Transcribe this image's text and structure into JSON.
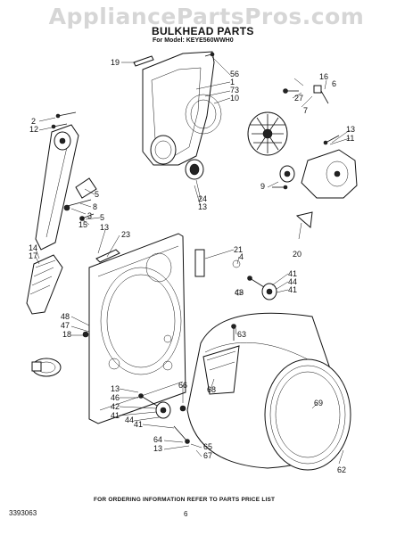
{
  "watermark": "AppliancePartsPros.com",
  "title": "BULKHEAD PARTS",
  "model": "For Model: KEYE560WWH0",
  "footer": "FOR ORDERING INFORMATION REFER TO PARTS PRICE LIST",
  "document_number": "3393063",
  "page_number": "6",
  "callouts": {
    "c19": "19",
    "c56": "56",
    "c1": "1",
    "c73": "73",
    "c10": "10",
    "c16": "16",
    "c6": "6",
    "c27": "27",
    "c7": "7",
    "c2": "2",
    "c12": "12",
    "c13a": "13",
    "c11": "11",
    "c5a": "5",
    "c8": "8",
    "c3": "3",
    "c5b": "5",
    "c15": "15",
    "c24": "24",
    "c13b": "13",
    "c9": "9",
    "c13c": "13",
    "c23": "23",
    "c14": "14",
    "c17": "17",
    "c21": "21",
    "c20": "20",
    "c4": "4",
    "c41a": "41",
    "c44a": "44",
    "c41b": "41",
    "c43": "43",
    "c48": "48",
    "c47": "47",
    "c18": "18",
    "c63": "63",
    "c68": "68",
    "c69": "69",
    "c13d": "13",
    "c46": "46",
    "c42": "42",
    "c41c": "41",
    "c44b": "44",
    "c41d": "41",
    "c66": "66",
    "c64": "64",
    "c13e": "13",
    "c65": "65",
    "c67": "67",
    "c62": "62"
  }
}
